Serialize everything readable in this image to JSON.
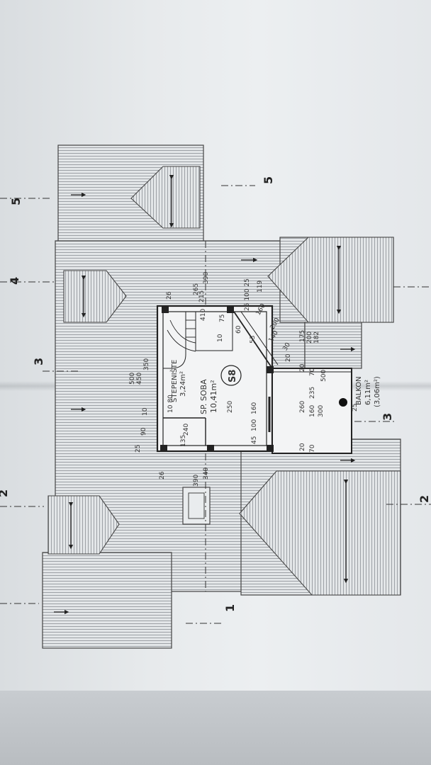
{
  "axes": {
    "a1": "1",
    "a2": "2",
    "a3": "3",
    "a4": "4",
    "a5": "5"
  },
  "rooms": {
    "stairs_name": "STEPENIŠTE",
    "stairs_area": "3,24m²",
    "room_name": "SP. SOBA",
    "room_area": "10,41m²",
    "room_number": "S8",
    "balcony_name": "BALKON",
    "balcony_area": "6,11m²",
    "balcony_area_half": "(3,06m²)"
  },
  "dimensions": {
    "d390_top": "390",
    "d265": "265",
    "d215": "215",
    "d25_100_25": "25  100  25",
    "d119": "119",
    "d26_top": "26",
    "d410": "410",
    "d75": "75",
    "d60": "60",
    "d10_a": "10",
    "d53": "53",
    "d500_left": "500",
    "d450": "450",
    "d350": "350",
    "d10_b": "10",
    "d90": "90",
    "d25": "25",
    "d250": "250",
    "d160": "160",
    "d45": "45",
    "d100": "100",
    "d240": "240",
    "d135": "135",
    "d10_80": "10   80",
    "d20_a": "20",
    "d70_a": "70",
    "d235": "235",
    "d500_right": "500",
    "d260": "260",
    "d160_b": "160",
    "d300": "300",
    "d20_b": "20",
    "d70_b": "70",
    "d175": "175",
    "d200": "200",
    "d182": "182",
    "d20_c": "20",
    "d140": "140",
    "d30": "30",
    "d200_diag": "200",
    "d160_diag": "160",
    "d340": "340",
    "d390_bottom": "390",
    "d26_bottom": "26",
    "d25_left": "25",
    "d25_balc": "25"
  }
}
